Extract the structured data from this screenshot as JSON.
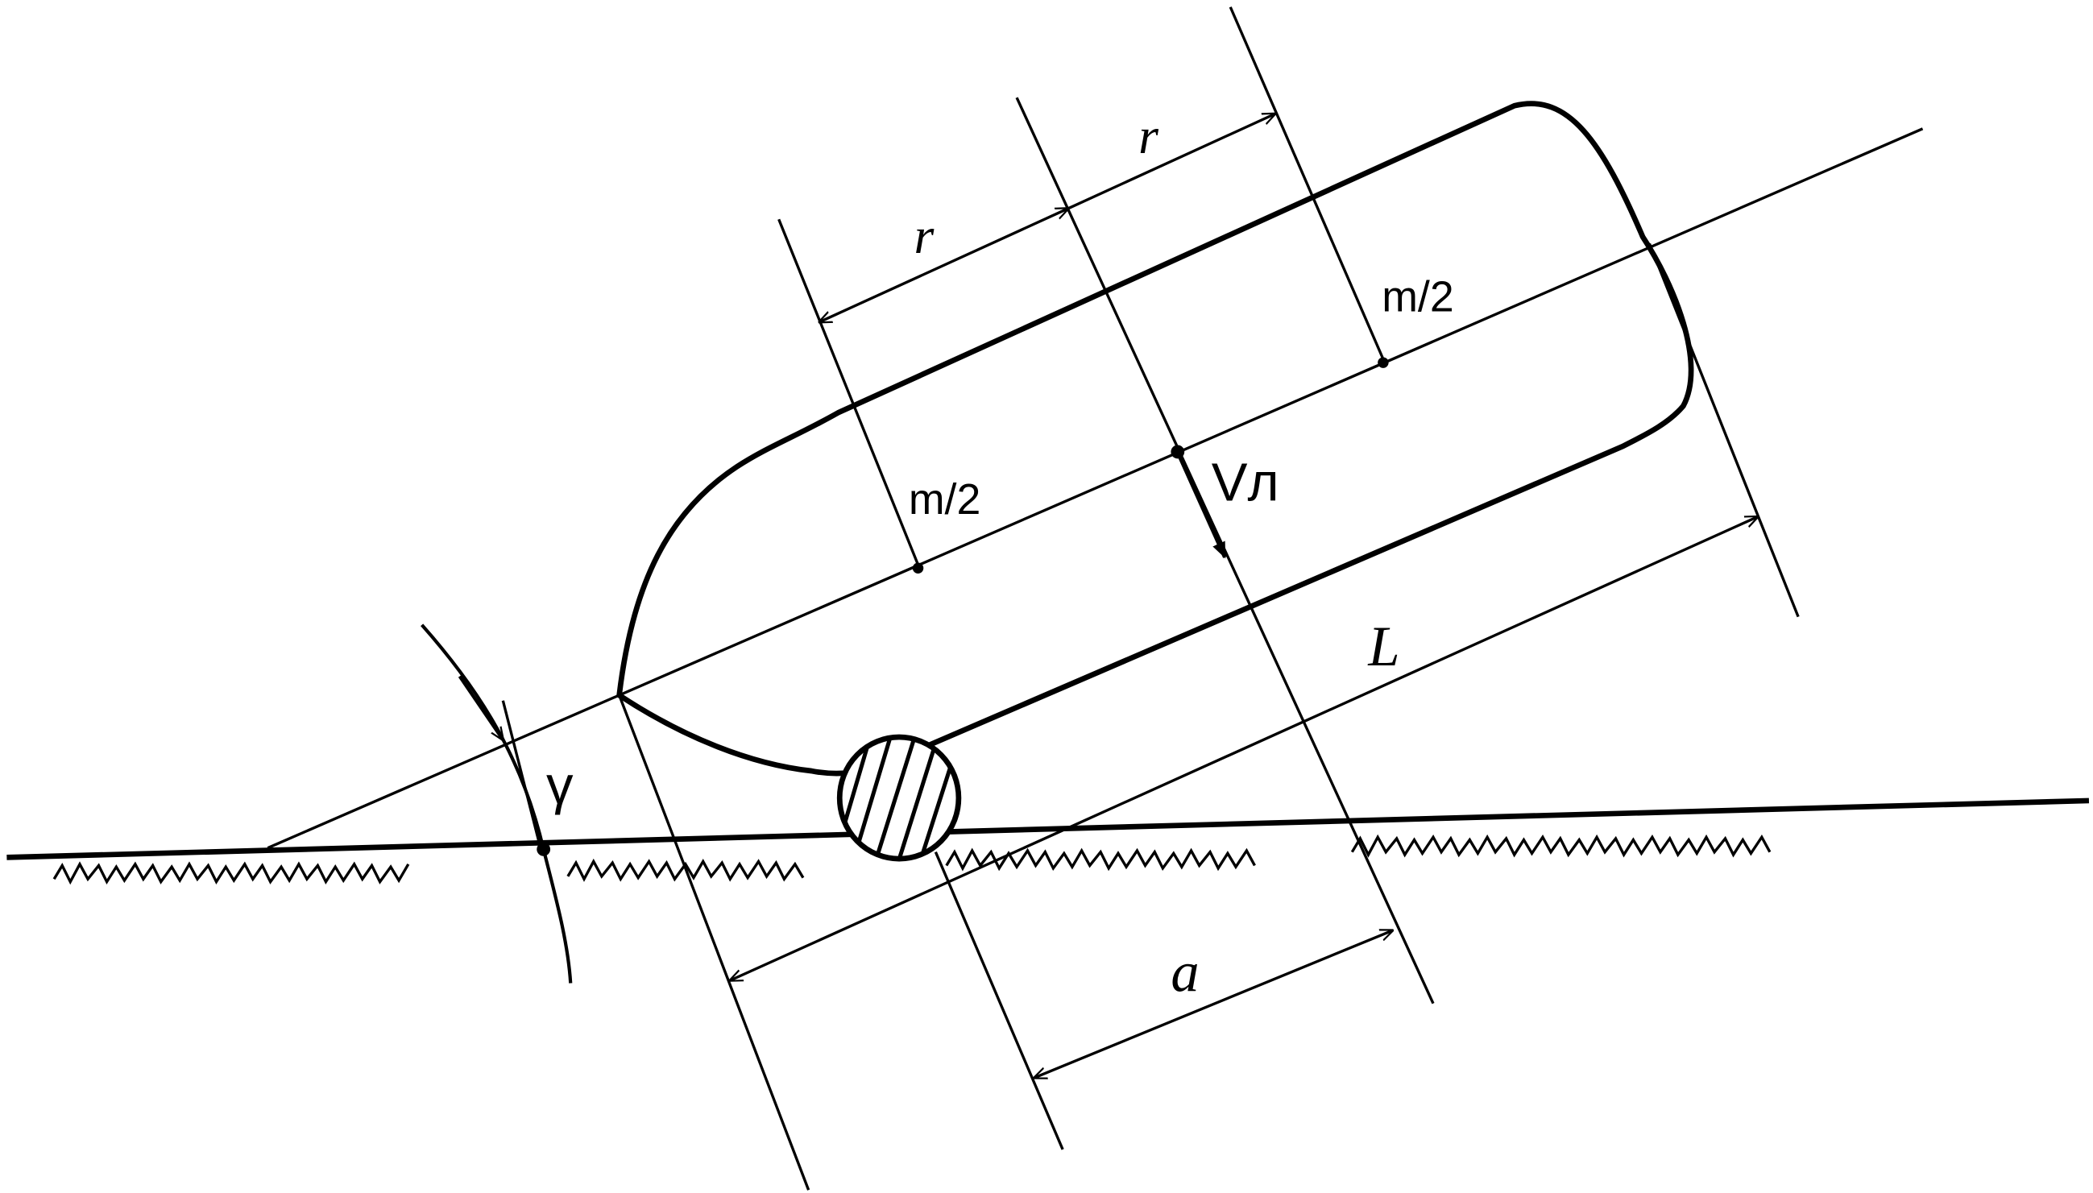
{
  "labels": {
    "r_left": "r",
    "r_right": "r",
    "m2_lower": "m/2",
    "m2_upper": "m/2",
    "velocity": "Vл",
    "length": "L",
    "offset": "a",
    "angle": "γ"
  },
  "colors": {
    "ink": "#000000",
    "background": "#ffffff"
  },
  "icons": {
    "ground_hatch": "ground-hatch",
    "contact_hatch": "contact-hatch"
  }
}
